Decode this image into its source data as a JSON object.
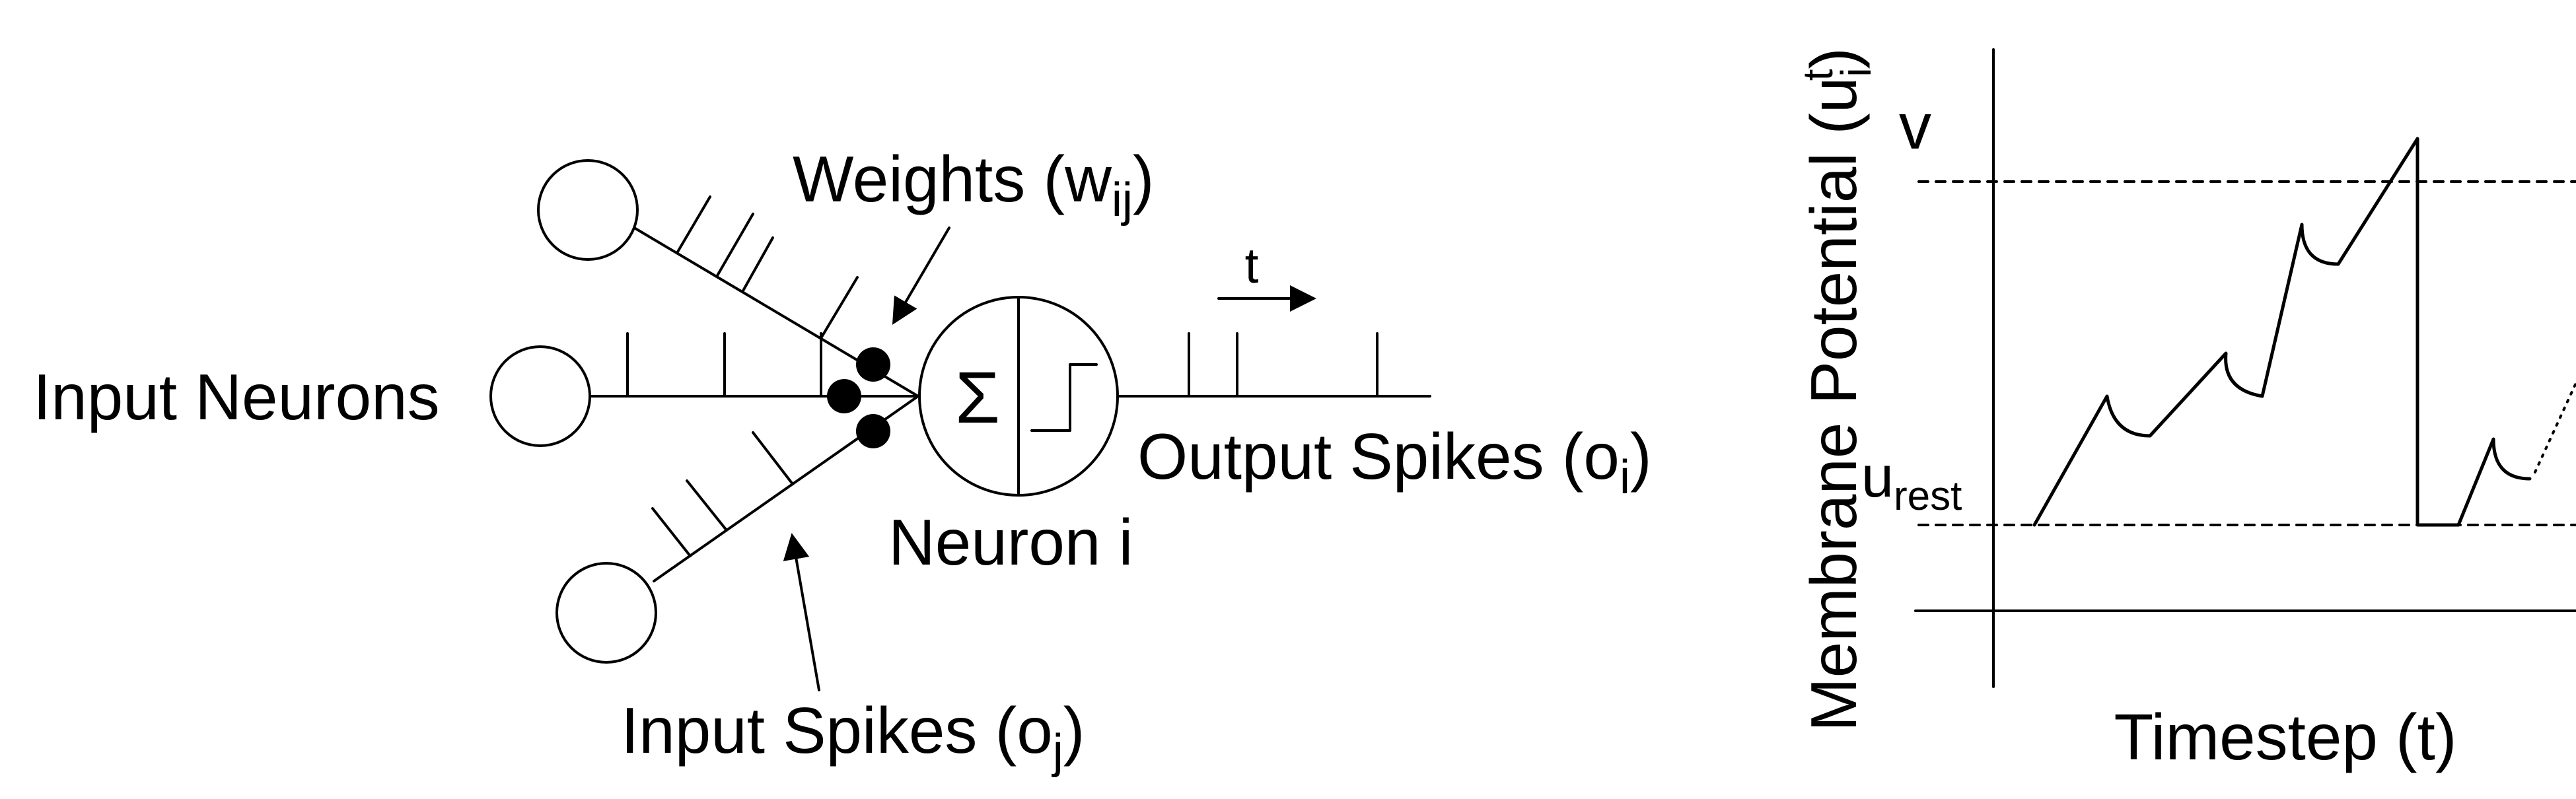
{
  "diagram": {
    "labels": {
      "input_neurons": "Input Neurons",
      "weights_prefix": "Weights (w",
      "weights_sub": "ij",
      "weights_suffix": ")",
      "time": "t",
      "sigma": "Σ",
      "neuron": "Neuron i",
      "output_prefix": "Output Spikes (o",
      "output_sub": "i",
      "output_suffix": ")",
      "input_spikes_prefix": "Input Spikes (o",
      "input_spikes_sub": "j",
      "input_spikes_suffix": ")"
    }
  },
  "plot": {
    "ylabel_prefix": "Membrane Potential (u",
    "ylabel_sub": "i",
    "ylabel_sup": "t",
    "ylabel_suffix": ")",
    "xlabel": "Timestep (t)",
    "threshold_label": "v",
    "rest_label_main": "u",
    "rest_label_sub": "rest"
  }
}
